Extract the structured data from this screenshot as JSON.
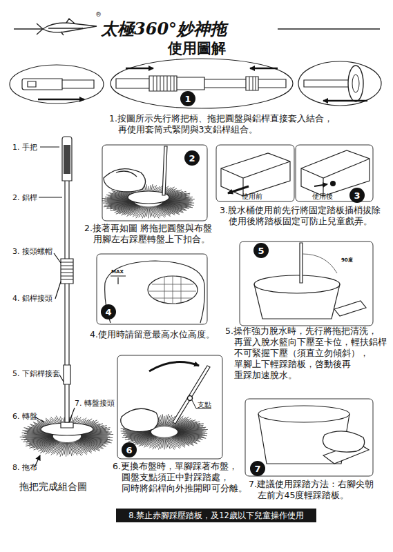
{
  "diagram": {
    "title": "太極360°妙神拖",
    "nodes": [
      {
        "text": [
          "1"
        ]
      },
      {
        "text": [
          "2"
        ]
      },
      {
        "text": [
          "3"
        ]
      },
      {
        "text": [
          "4"
        ]
      },
      {
        "text": [
          "5"
        ]
      },
      {
        "text": [
          "6"
        ]
      },
      {
        "text": [
          "7"
        ]
      },
      {
        "text": [
          "8.禁止赤腳踩壓踏板，及12歲以下兒童操作使用"
        ]
      }
    ],
    "labels": [
      "®",
      "使用圖解",
      "1.按圖所示先行將把柄、拖把圓盤與鋁桿直接套入結合， 再使用套筒式緊閉與3支鋁桿組合。",
      "2.接著再如圖 將拖把圓盤與布盤 用腳左右踩壓轉盤上下扣合。",
      "3.脫水桶使用前先行將固定踏板插梢拔除 使用後將踏板固定可防止兒童戲弄。",
      "4.使用時請留意最高水位高度。",
      "5.操作強力脫水時，先行將拖把清洗， 再置入脫水籃向下壓至卡位，輕扶鋁桿 不可緊握下壓（須直立勿傾斜）， 單腳上下輕踩踏板，啓動後再 重踩加速脫水。",
      "6.更換布盤時，單腳踩著布盤， 圓盤支點須正中對踩踏處， 同時將鋁桿向外推開即可分離。",
      "7.建議使用踩踏方法：右腳尖朝 左前方45度輕踩踏板。",
      "1. 手把",
      "2. 鋁桿",
      "3. 接頭螺帽",
      "4. 鋁桿接頭",
      "5. 下鋁桿接套",
      "6. 轉盤",
      "7. 轉盤接頭",
      "8. 拖布",
      "拖把完成組合圖",
      "使用前",
      "使用後",
      "MAX",
      "90度",
      "支點"
    ]
  }
}
